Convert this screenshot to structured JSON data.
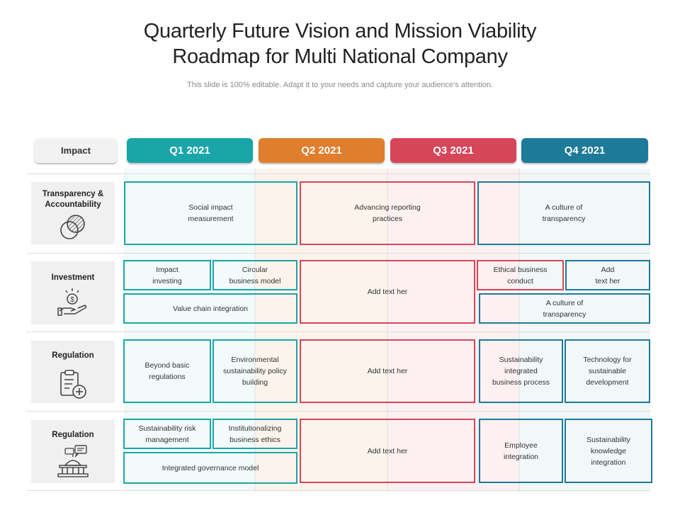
{
  "title_line1": "Quarterly Future Vision and Mission Viability",
  "title_line2": "Roadmap for Multi National Company",
  "subtitle": "This slide is 100% editable. Adapt it to your needs and capture your audience's attention.",
  "colors": {
    "q1": "#1aa6a8",
    "q2": "#e07e2e",
    "q3": "#d64659",
    "q4": "#1e7a99"
  },
  "header": {
    "impact": "Impact",
    "quarters": [
      "Q1 2021",
      "Q2 2021",
      "Q3 2021",
      "Q4 2021"
    ]
  },
  "rows": [
    {
      "label": "Transparency &\nAccountability",
      "icon": "venn-diagram-icon",
      "cells": [
        "Social impact\nmeasurement",
        "Advancing reporting\npractices",
        "A culture of\ntransparency"
      ]
    },
    {
      "label": "Investment",
      "icon": "money-hand-icon",
      "cells": [
        "Impact\ninvesting",
        "Circular\nbusiness model",
        "Value chain integration",
        "Add text her",
        "Ethical business\nconduct",
        "Add\ntext her",
        "A culture of\ntransparency"
      ]
    },
    {
      "label": "Regulation",
      "icon": "clipboard-add-icon",
      "cells": [
        "Beyond basic\nregulations",
        "Environmental\nsustainability policy\nbuilding",
        "Add text her",
        "Sustainability\nintegrated\nbusiness process",
        "Technology for\nsustainable\ndevelopment"
      ]
    },
    {
      "label": "Regulation",
      "icon": "government-building-icon",
      "cells": [
        "Sustainability risk\nmanagement",
        "Institutionalizing\nbusiness ethics",
        "Integrated governance model",
        "Add text her",
        "Employee\nintegration",
        "Sustainability\nknowledge\nintegration"
      ]
    }
  ]
}
